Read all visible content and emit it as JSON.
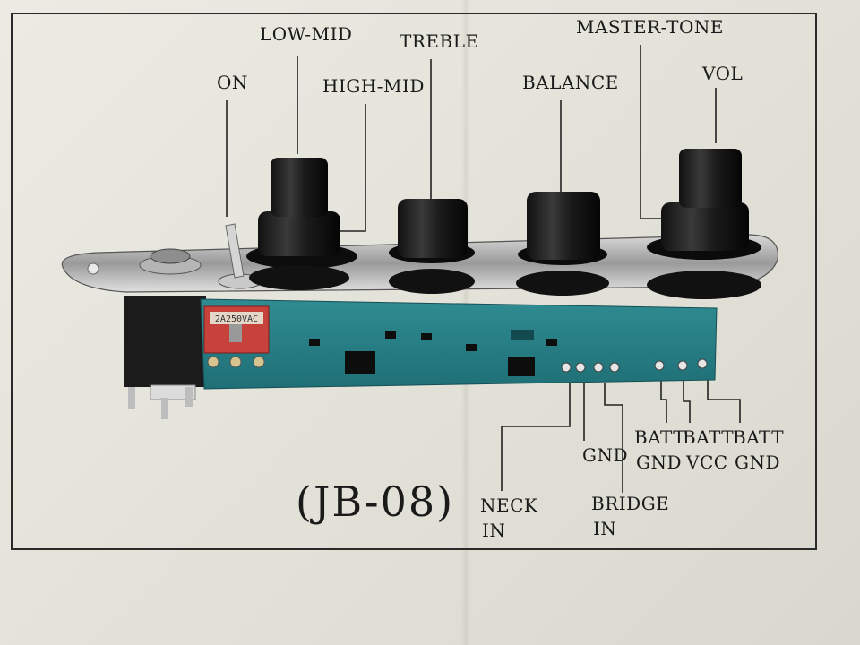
{
  "diagram": {
    "model": "(JB-08)",
    "labels": {
      "low_mid": "LOW-MID",
      "treble": "TREBLE",
      "master_tone": "MASTER-TONE",
      "on": "ON",
      "high_mid": "HIGH-MID",
      "balance": "BALANCE",
      "vol": "VOL",
      "gnd": "GND",
      "batt_gnd_1": "BATT",
      "batt_gnd_1b": "GND",
      "batt_vcc": "BATT",
      "batt_vcc_b": "VCC",
      "batt_gnd_2": "BATT",
      "batt_gnd_2b": "GND",
      "neck_in": "NECK",
      "neck_in_b": "IN",
      "bridge_in": "BRIDGE",
      "bridge_in_b": "IN"
    },
    "switch_rating": "2A250VAC"
  }
}
